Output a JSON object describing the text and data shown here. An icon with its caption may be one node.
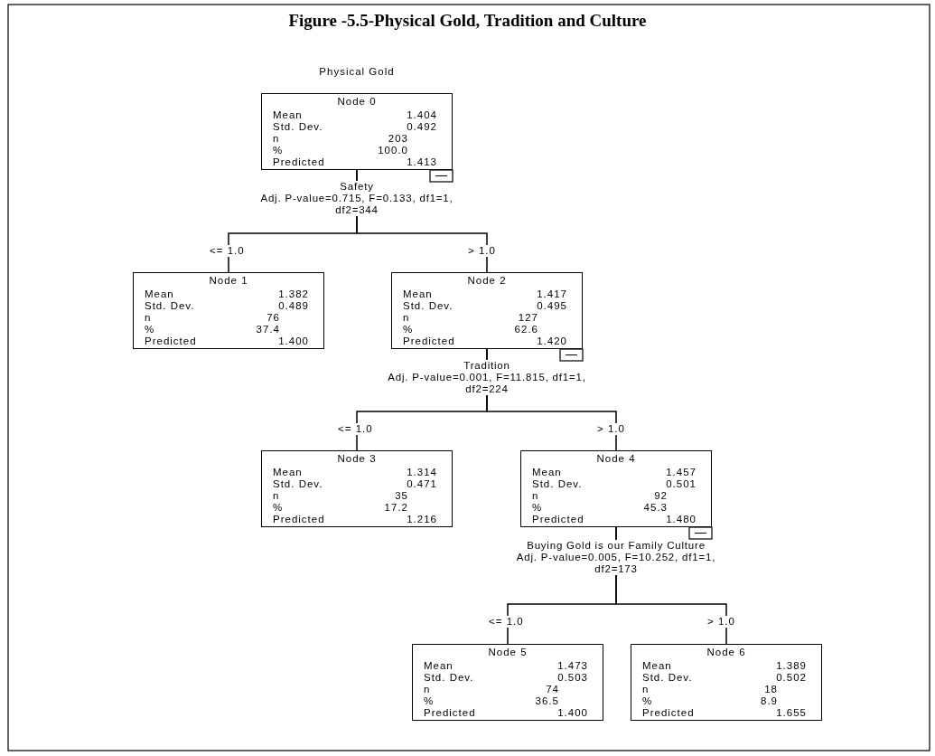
{
  "diagram": {
    "title": "Figure -5.5-Physical Gold, Tradition and Culture",
    "nodes": [
      {
        "text": [
          "Node 0",
          "Mean",
          "1.404",
          "Std. Dev.",
          "0.492",
          "n",
          "203",
          "%",
          "100.0",
          "Predicted",
          "1.413"
        ],
        "beside": [
          "Safety",
          "Adj. P-value=0.715, F=0.133, df1=1, df2=344"
        ]
      },
      {
        "text": [
          "Node 1",
          "Mean",
          "1.382",
          "Std. Dev.",
          "0.489",
          "n",
          "76",
          "%",
          "37.4",
          "Predicted",
          "1.400"
        ]
      },
      {
        "text": [
          "Node 2",
          "Mean",
          "1.417",
          "Std. Dev.",
          "0.495",
          "n",
          "127",
          "%",
          "62.6",
          "Predicted",
          "1.420"
        ],
        "beside": [
          "Tradition",
          "Adj. P-value=0.001, F=11.815, df1=1, df2=224"
        ]
      },
      {
        "text": [
          "Node 3",
          "Mean",
          "1.314",
          "Std. Dev.",
          "0.471",
          "n",
          "35",
          "%",
          "17.2",
          "Predicted",
          "1.216"
        ]
      },
      {
        "text": [
          "Node 4",
          "Mean",
          "1.457",
          "Std. Dev.",
          "0.501",
          "n",
          "92",
          "%",
          "45.3",
          "Predicted",
          "1.480"
        ],
        "beside": [
          "Buying Gold is our Family Culture",
          "Adj. P-value=0.005, F=10.252, df1=1, df2=173"
        ]
      },
      {
        "text": [
          "Node 5",
          "Mean",
          "1.473",
          "Std. Dev.",
          "0.503",
          "n",
          "74",
          "%",
          "36.5",
          "Predicted",
          "1.400"
        ]
      },
      {
        "text": [
          "Node 6",
          "Mean",
          "1.389",
          "Std. Dev.",
          "0.502",
          "n",
          "18",
          "%",
          "8.9",
          "Predicted",
          "1.655"
        ]
      }
    ],
    "edges": [
      {
        "from": 0,
        "to": 1,
        "arrow": "none",
        "label": "<= 1.0"
      },
      {
        "from": 0,
        "to": 2,
        "arrow": "none",
        "label": "> 1.0"
      },
      {
        "from": 2,
        "to": 3,
        "arrow": "none",
        "label": "<= 1.0"
      },
      {
        "from": 2,
        "to": 4,
        "arrow": "none",
        "label": "> 1.0"
      },
      {
        "from": 4,
        "to": 5,
        "arrow": "none",
        "label": "<= 1.0"
      },
      {
        "from": 4,
        "to": 6,
        "arrow": "none",
        "label": "> 1.0"
      }
    ],
    "labels": [
      "Physical Gold"
    ]
  }
}
